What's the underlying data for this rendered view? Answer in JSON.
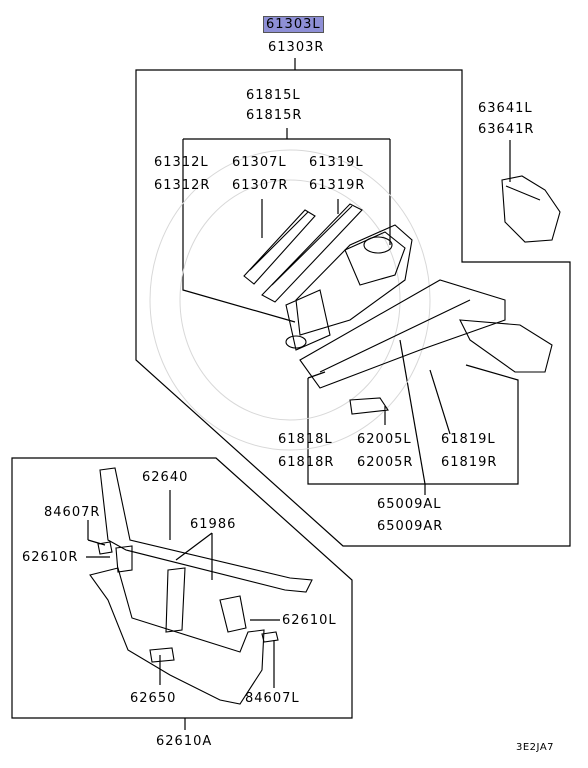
{
  "title": {
    "highlighted": "61303L",
    "sub": "61303R"
  },
  "upper_assembly": {
    "group": [
      "61815L",
      "61815R"
    ],
    "c1": [
      "61312L",
      "61312R"
    ],
    "c2": [
      "61307L",
      "61307R"
    ],
    "c3": [
      "61319L",
      "61319R"
    ],
    "right": [
      "63641L",
      "63641R"
    ],
    "b1": [
      "61818L",
      "61818R"
    ],
    "b2": [
      "62005L",
      "62005R"
    ],
    "b3": [
      "61819L",
      "61819R"
    ],
    "bottom": [
      "65009AL",
      "65009AR"
    ]
  },
  "lower_assembly": {
    "p62640": "62640",
    "p84607R": "84607R",
    "p62610R": "62610R",
    "p61986": "61986",
    "p62610L": "62610L",
    "p84607L": "84607L",
    "p62650": "62650",
    "p62610A": "62610A"
  },
  "code": "3E2JA7",
  "colors": {
    "highlight": "#8e8fd6",
    "line": "#000000"
  }
}
